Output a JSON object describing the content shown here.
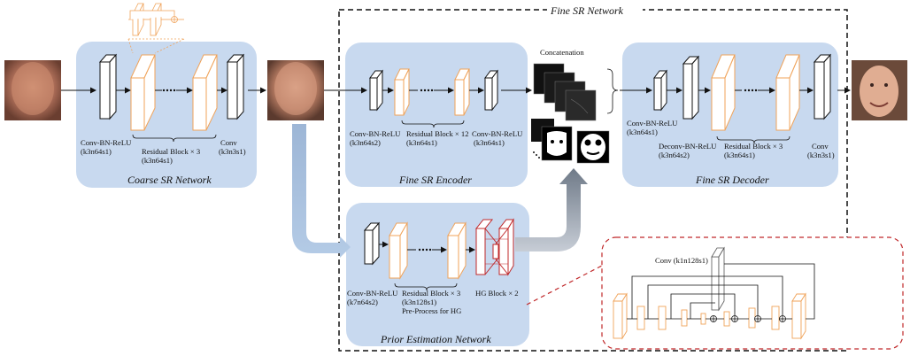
{
  "colors": {
    "panel": "#c8d9ef",
    "conv_block": "#1a1a1a",
    "residual_block": "#f0a35a",
    "hg_block": "#c0282a",
    "dashed_red": "#c0282a",
    "arrow_gray": "#8a94a3"
  },
  "coarse": {
    "title": "Coarse SR Network",
    "conv_bn": "Conv-BN-ReLU",
    "conv_bn_params": "(k3n64s1)",
    "residual": "Residual Block × 3",
    "residual_params": "(k3n64s1)",
    "conv": "Conv",
    "conv_params": "(k3n3s1)"
  },
  "fine_network": {
    "title": "Fine SR Network"
  },
  "encoder": {
    "title": "Fine SR Encoder",
    "conv_bn_1": "Conv-BN-ReLU",
    "conv_bn_1_params": "(k3n64s2)",
    "residual": "Residual Block × 12",
    "residual_params": "(k3n64s1)",
    "conv_bn_2": "Conv-BN-ReLU",
    "conv_bn_2_params": "(k3n64s1)"
  },
  "concatenation": {
    "label": "Concatenation"
  },
  "decoder": {
    "title": "Fine SR Decoder",
    "conv_bn": "Conv-BN-ReLU",
    "conv_bn_params": "(k3n64s1)",
    "deconv": "Deconv-BN-ReLU",
    "deconv_params": "(k3n64s2)",
    "residual": "Residual Block × 3",
    "residual_params": "(k3n64s1)",
    "conv": "Conv",
    "conv_params": "(k3n3s1)"
  },
  "prior": {
    "title": "Prior Estimation Network",
    "conv_bn": "Conv-BN-ReLU",
    "conv_bn_params": "(k7n64s2)",
    "residual": "Residual Block × 3",
    "residual_params": "(k3n128s1)",
    "preprocess": "Pre-Process for HG",
    "hg": "HG Block × 2"
  },
  "hg_detail": {
    "conv": "Conv (k1n128s1)"
  }
}
